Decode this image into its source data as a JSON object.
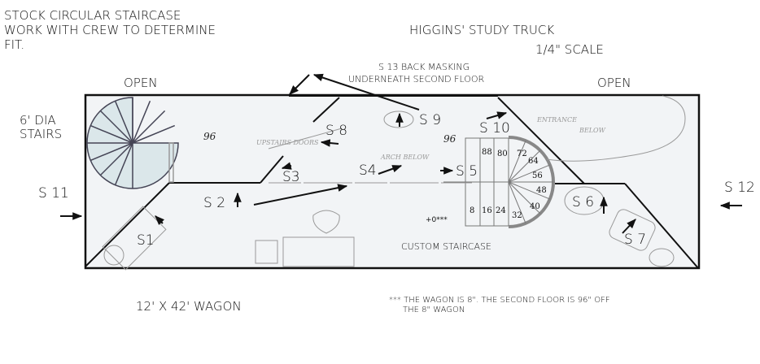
{
  "title_left": [
    "STOCK CIRCULAR STAIRCASE",
    "WORK WITH CREW TO DETERMINE",
    "FIT."
  ],
  "title_right": "HIGGINS' STUDY TRUCK",
  "scale": "1/4\" SCALE",
  "s13_note": [
    "S 13 BACK MASKING",
    "UNDERNEATH SECOND FLOOR"
  ],
  "open_left": "OPEN",
  "open_right": "OPEN",
  "stairs_note": [
    "6' DIA",
    "STAIRS"
  ],
  "shots": {
    "s1": "S1",
    "s2": "S 2",
    "s3": "S3",
    "s4": "S4",
    "s5": "S 5",
    "s6": "S 6",
    "s7": "S 7",
    "s8": "S 8",
    "s9": "S 9",
    "s10": "S 10",
    "s11": "S 11",
    "s12": "S 12"
  },
  "height_left": "96",
  "height_right": "96",
  "pencil_notes": {
    "upstairs": "UPSTAIRS DOORS",
    "arch": "ARCH BELOW",
    "entrance": [
      "ENTRANCE",
      "BELOW"
    ]
  },
  "step_heights": [
    "8",
    "16",
    "24",
    "32",
    "40",
    "48",
    "56",
    "64",
    "72",
    "80",
    "88"
  ],
  "base_mark": "+0***",
  "custom_staircase": "CUSTOM STAIRCASE",
  "wagon_label": "12' X 42' WAGON",
  "footnote": [
    "*** THE WAGON IS 8\".  THE SECOND FLOOR IS 96\" OFF",
    "THE 8\" WAGON"
  ]
}
